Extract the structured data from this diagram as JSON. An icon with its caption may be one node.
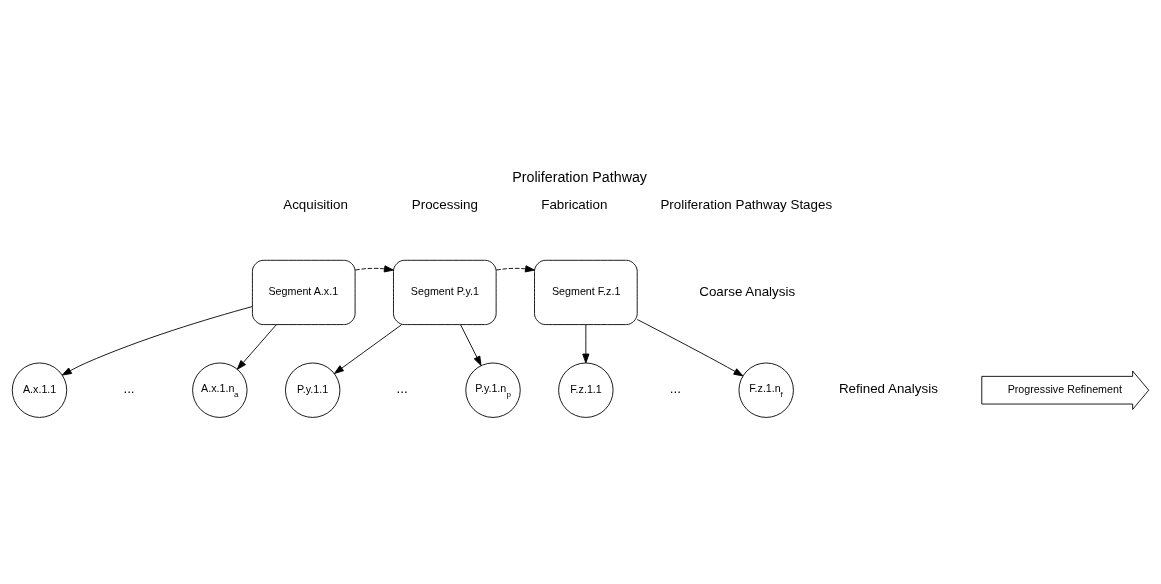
{
  "diagram": {
    "title": "Proliferation Pathway",
    "nodes": [
      {
        "text": [
          "Segment A.x.1"
        ]
      },
      {
        "text": [
          "Segment P.y.1"
        ]
      },
      {
        "text": [
          "Segment F.z.1"
        ]
      },
      {
        "text": [
          "A.x.1.1"
        ]
      },
      {
        "text": [
          "A.x.1.n$_{a}$"
        ]
      },
      {
        "text": [
          "P.y.1.1"
        ]
      },
      {
        "text": [
          "P.y.1.n$_{p}$"
        ]
      },
      {
        "text": [
          "F.z.1.1"
        ]
      },
      {
        "text": [
          "F.z.1.n$_{f}$"
        ]
      },
      {
        "text": [
          "Progressive Refinement"
        ]
      }
    ],
    "edges": [
      {
        "from": 0,
        "to": 1,
        "arrow": "to",
        "style": "dashed"
      },
      {
        "from": 1,
        "to": 2,
        "arrow": "to",
        "style": "dashed"
      },
      {
        "from": 0,
        "to": 3,
        "arrow": "to"
      },
      {
        "from": 0,
        "to": 4,
        "arrow": "to"
      },
      {
        "from": 1,
        "to": 5,
        "arrow": "to"
      },
      {
        "from": 1,
        "to": 6,
        "arrow": "to"
      },
      {
        "from": 2,
        "to": 7,
        "arrow": "to"
      },
      {
        "from": 2,
        "to": 8,
        "arrow": "to"
      }
    ],
    "labels": [
      "Acquisition",
      "Processing",
      "Fabrication",
      "Proliferation Pathway Stages",
      "Coarse Analysis",
      "...",
      "...",
      "...",
      "Refined Analysis"
    ]
  }
}
